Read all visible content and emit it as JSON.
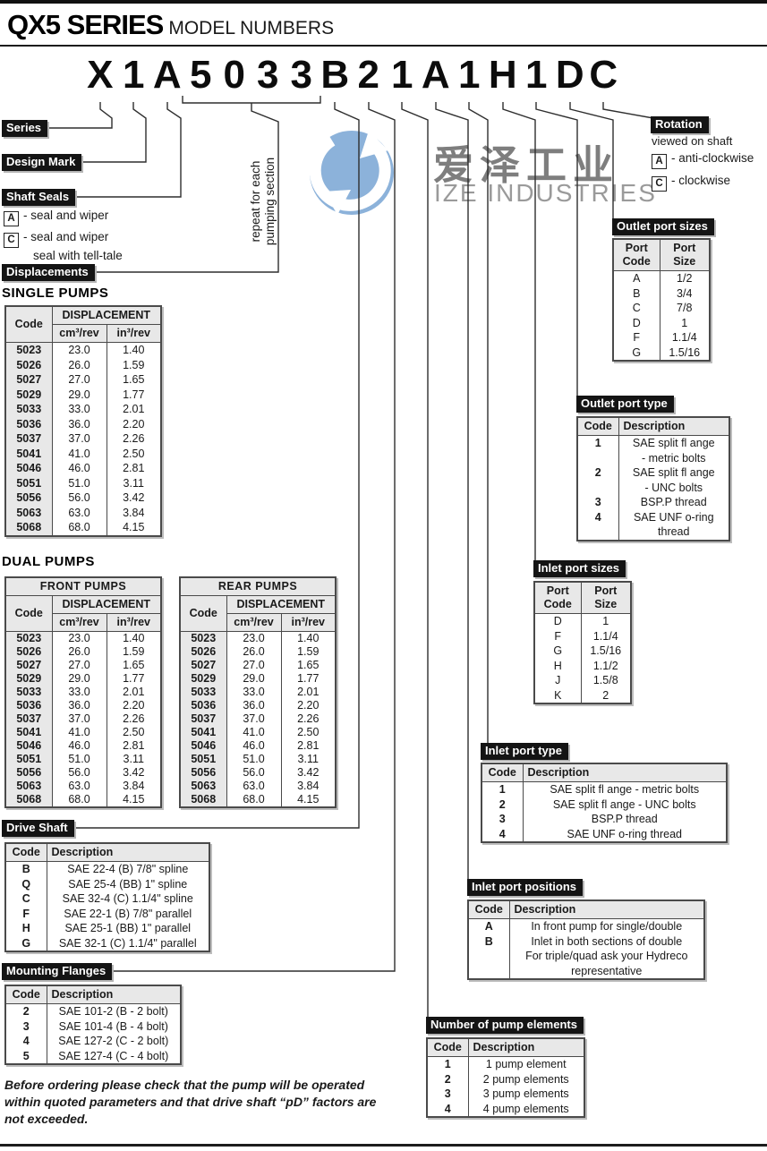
{
  "page": {
    "title_bold": "QX5 SERIES",
    "title_rest": "MODEL NUMBERS",
    "model_number_chars": [
      "X",
      "1",
      "A",
      "5",
      "0",
      "3",
      "3",
      "B",
      "2",
      "1",
      "A",
      "1",
      "H",
      "1",
      "D",
      "C"
    ],
    "repeat_note_line1": "repeat for each",
    "repeat_note_line2": "pumping section",
    "footer_note": "Before ordering please check that the pump will be operated\nwithin quoted parameters and that drive shaft “pD” factors are\nnot exceeded."
  },
  "watermark": {
    "cn": "爱泽工业",
    "en": "IZE INDUSTRIES",
    "logo_color": "#8cb2da"
  },
  "labels": {
    "series": "Series",
    "design_mark": "Design Mark",
    "shaft_seals": "Shaft Seals",
    "displacements": "Displacements",
    "drive_shaft": "Drive Shaft",
    "mounting_flanges": "Mounting Flanges",
    "rotation": "Rotation",
    "outlet_port_sizes": "Outlet port sizes",
    "outlet_port_type": "Outlet port type",
    "inlet_port_sizes": "Inlet port sizes",
    "inlet_port_type": "Inlet port type",
    "inlet_port_positions": "Inlet port positions",
    "num_pump_elements": "Number of pump elements"
  },
  "shaft_seals": {
    "items": [
      {
        "code": "A",
        "desc": "- seal and wiper",
        "extra": ""
      },
      {
        "code": "C",
        "desc": "- seal and wiper",
        "extra": "seal with tell-tale"
      }
    ]
  },
  "rotation": {
    "note": "viewed on shaft",
    "items": [
      {
        "code": "A",
        "desc": "- anti-clockwise"
      },
      {
        "code": "C",
        "desc": "- clockwise"
      }
    ]
  },
  "single_pumps": {
    "heading": "SINGLE PUMPS",
    "col_code": "Code",
    "col_disp": "DISPLACEMENT",
    "col_cm": "cm³/rev",
    "col_in": "in³/rev",
    "rows": [
      [
        "5023",
        "23.0",
        "1.40"
      ],
      [
        "5026",
        "26.0",
        "1.59"
      ],
      [
        "5027",
        "27.0",
        "1.65"
      ],
      [
        "5029",
        "29.0",
        "1.77"
      ],
      [
        "5033",
        "33.0",
        "2.01"
      ],
      [
        "5036",
        "36.0",
        "2.20"
      ],
      [
        "5037",
        "37.0",
        "2.26"
      ],
      [
        "5041",
        "41.0",
        "2.50"
      ],
      [
        "5046",
        "46.0",
        "2.81"
      ],
      [
        "5051",
        "51.0",
        "3.11"
      ],
      [
        "5056",
        "56.0",
        "3.42"
      ],
      [
        "5063",
        "63.0",
        "3.84"
      ],
      [
        "5068",
        "68.0",
        "4.15"
      ]
    ]
  },
  "dual_pumps": {
    "heading": "DUAL PUMPS",
    "front_title": "FRONT PUMPS",
    "rear_title": "REAR PUMPS",
    "col_code": "Code",
    "col_disp": "DISPLACEMENT",
    "col_cm": "cm³/rev",
    "col_in": "in³/rev",
    "front_rows": [
      [
        "5023",
        "23.0",
        "1.40"
      ],
      [
        "5026",
        "26.0",
        "1.59"
      ],
      [
        "5027",
        "27.0",
        "1.65"
      ],
      [
        "5029",
        "29.0",
        "1.77"
      ],
      [
        "5033",
        "33.0",
        "2.01"
      ],
      [
        "5036",
        "36.0",
        "2.20"
      ],
      [
        "5037",
        "37.0",
        "2.26"
      ],
      [
        "5041",
        "41.0",
        "2.50"
      ],
      [
        "5046",
        "46.0",
        "2.81"
      ],
      [
        "5051",
        "51.0",
        "3.11"
      ],
      [
        "5056",
        "56.0",
        "3.42"
      ],
      [
        "5063",
        "63.0",
        "3.84"
      ],
      [
        "5068",
        "68.0",
        "4.15"
      ]
    ],
    "rear_rows": [
      [
        "5023",
        "23.0",
        "1.40"
      ],
      [
        "5026",
        "26.0",
        "1.59"
      ],
      [
        "5027",
        "27.0",
        "1.65"
      ],
      [
        "5029",
        "29.0",
        "1.77"
      ],
      [
        "5033",
        "33.0",
        "2.01"
      ],
      [
        "5036",
        "36.0",
        "2.20"
      ],
      [
        "5037",
        "37.0",
        "2.26"
      ],
      [
        "5041",
        "41.0",
        "2.50"
      ],
      [
        "5046",
        "46.0",
        "2.81"
      ],
      [
        "5051",
        "51.0",
        "3.11"
      ],
      [
        "5056",
        "56.0",
        "3.42"
      ],
      [
        "5063",
        "63.0",
        "3.84"
      ],
      [
        "5068",
        "68.0",
        "4.15"
      ]
    ]
  },
  "drive_shaft": {
    "col_code": "Code",
    "col_desc": "Description",
    "rows": [
      [
        "B",
        "SAE 22-4 (B) 7/8\" spline"
      ],
      [
        "Q",
        "SAE 25-4 (BB) 1\" spline"
      ],
      [
        "C",
        "SAE 32-4 (C) 1.1/4\" spline"
      ],
      [
        "F",
        "SAE 22-1 (B) 7/8\" parallel"
      ],
      [
        "H",
        "SAE 25-1 (BB) 1\" parallel"
      ],
      [
        "G",
        "SAE 32-1 (C) 1.1/4\" parallel"
      ]
    ]
  },
  "mounting_flanges": {
    "col_code": "Code",
    "col_desc": "Description",
    "rows": [
      [
        "2",
        "SAE 101-2 (B - 2 bolt)"
      ],
      [
        "3",
        "SAE 101-4 (B - 4 bolt)"
      ],
      [
        "4",
        "SAE 127-2 (C - 2 bolt)"
      ],
      [
        "5",
        "SAE 127-4 (C - 4 bolt)"
      ]
    ]
  },
  "outlet_port_sizes": {
    "col1": "Port\nCode",
    "col2": "Port\nSize",
    "rows": [
      [
        "A",
        "1/2"
      ],
      [
        "B",
        "3/4"
      ],
      [
        "C",
        "7/8"
      ],
      [
        "D",
        "1"
      ],
      [
        "F",
        "1.1/4"
      ],
      [
        "G",
        "1.5/16"
      ]
    ]
  },
  "outlet_port_type": {
    "col_code": "Code",
    "col_desc": "Description",
    "rows": [
      [
        "1",
        "SAE split fl ange\n- metric bolts"
      ],
      [
        "2",
        "SAE split fl ange\n- UNC bolts"
      ],
      [
        "3",
        "BSP.P thread"
      ],
      [
        "4",
        "SAE UNF o-ring thread"
      ]
    ]
  },
  "inlet_port_sizes": {
    "col1": "Port\nCode",
    "col2": "Port\nSize",
    "rows": [
      [
        "D",
        "1"
      ],
      [
        "F",
        "1.1/4"
      ],
      [
        "G",
        "1.5/16"
      ],
      [
        "H",
        "1.1/2"
      ],
      [
        "J",
        "1.5/8"
      ],
      [
        "K",
        "2"
      ]
    ]
  },
  "inlet_port_type": {
    "col_code": "Code",
    "col_desc": "Description",
    "rows": [
      [
        "1",
        "SAE split fl ange - metric bolts"
      ],
      [
        "2",
        "SAE split fl ange - UNC bolts"
      ],
      [
        "3",
        "BSP.P thread"
      ],
      [
        "4",
        "SAE UNF o-ring thread"
      ]
    ]
  },
  "inlet_port_positions": {
    "col_code": "Code",
    "col_desc": "Description",
    "rows": [
      [
        "A",
        "In front pump for single/double"
      ],
      [
        "B",
        "Inlet in both sections of double"
      ],
      [
        "",
        "For triple/quad ask your Hydreco"
      ],
      [
        "",
        "representative"
      ]
    ]
  },
  "pump_elements": {
    "col_code": "Code",
    "col_desc": "Description",
    "rows": [
      [
        "1",
        "1 pump element"
      ],
      [
        "2",
        "2 pump elements"
      ],
      [
        "3",
        "3 pump elements"
      ],
      [
        "4",
        "4 pump elements"
      ]
    ]
  }
}
